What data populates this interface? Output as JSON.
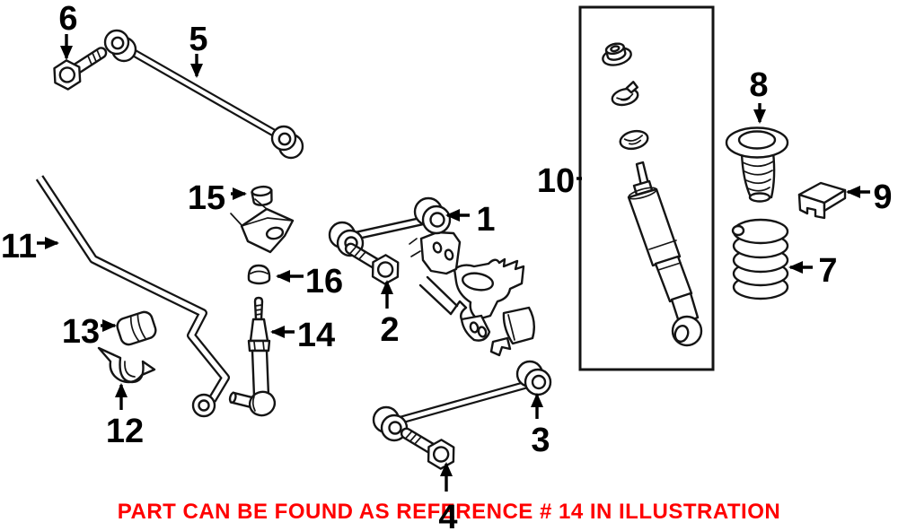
{
  "diagram": {
    "callouts": [
      "1",
      "2",
      "3",
      "4",
      "5",
      "6",
      "7",
      "8",
      "9",
      "10",
      "11",
      "12",
      "13",
      "14",
      "15",
      "16"
    ],
    "note_text": "PART CAN BE FOUND AS REFERENCE # 14 IN ILLUSTRATION",
    "colors": {
      "background": "#FFFFFF",
      "line_art": "#141414",
      "callout_text": "#000000",
      "note_text": "#FF0000"
    }
  }
}
